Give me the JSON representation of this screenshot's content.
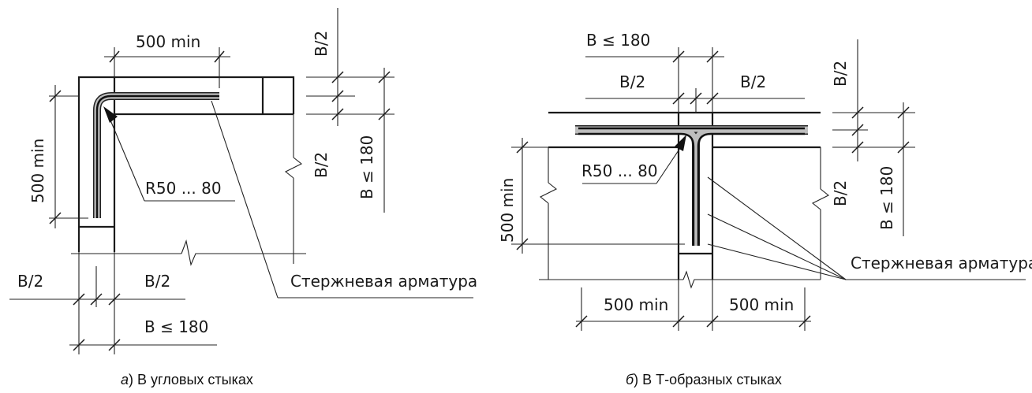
{
  "left": {
    "top_dim": "500 min",
    "side_dim": "500 min",
    "right_half_top": "B/2",
    "right_half_bottom": "B/2",
    "right_total": "B ≤ 180",
    "radius": "R50 ... 80",
    "rebar_label": "Стержневая арматура",
    "bottom_half_left": "B/2",
    "bottom_half_right": "B/2",
    "bottom_total": "B ≤ 180",
    "caption_letter": "а",
    "caption_text": ") В угловых стыках"
  },
  "right": {
    "top_total": "B ≤ 180",
    "top_half_left": "B/2",
    "top_half_right": "B/2",
    "right_half_top": "B/2",
    "right_half_bottom": "B/2",
    "right_total": "B ≤ 180",
    "side_dim": "500 min",
    "radius": "R50 ... 80",
    "rebar_label": "Стержневая арматура",
    "bottom_dim_left": "500 min",
    "bottom_dim_right": "500 min",
    "caption_letter": "б",
    "caption_text": ") В Т-образных стыках"
  }
}
